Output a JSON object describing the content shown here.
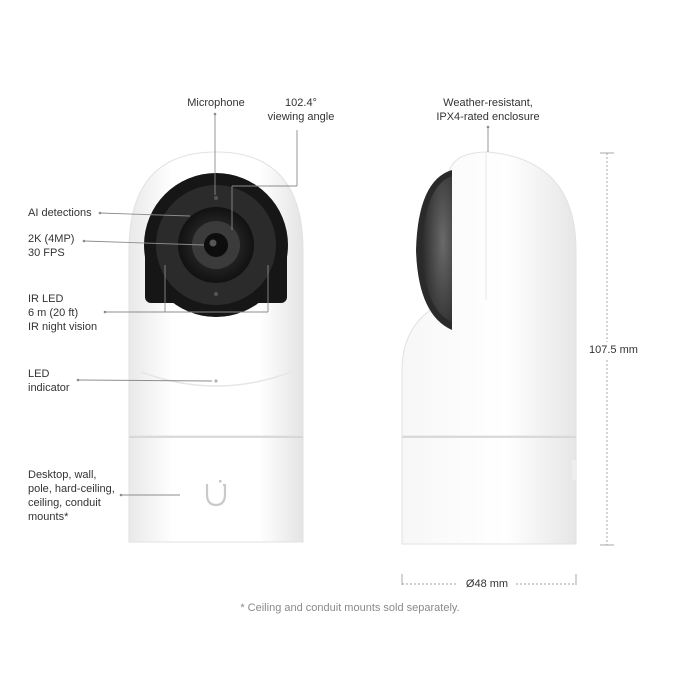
{
  "callouts": {
    "microphone": "Microphone",
    "viewing_angle": [
      "102.4°",
      "viewing angle"
    ],
    "ai_detections": "AI detections",
    "resolution": [
      "2K (4MP)",
      "30 FPS"
    ],
    "ir_led": [
      "IR LED",
      "6 m (20 ft)",
      "IR night vision"
    ],
    "led_indicator": [
      "LED",
      "indicator"
    ],
    "mounts": [
      "Desktop, wall,",
      "pole, hard-ceiling,",
      "ceiling, conduit",
      "mounts*"
    ],
    "enclosure": [
      "Weather-resistant,",
      "IPX4-rated enclosure"
    ]
  },
  "dimensions": {
    "height": "107.5 mm",
    "diameter": "Ø48 mm"
  },
  "footnote": "* Ceiling and conduit mounts sold separately.",
  "colors": {
    "body": "#ffffff",
    "lens_black": "#1b1b1b",
    "callout_line": "#8c8c8c",
    "dimension_line": "#a0a0a0"
  },
  "icons": {
    "logo": "ubiquiti-u-logo"
  }
}
